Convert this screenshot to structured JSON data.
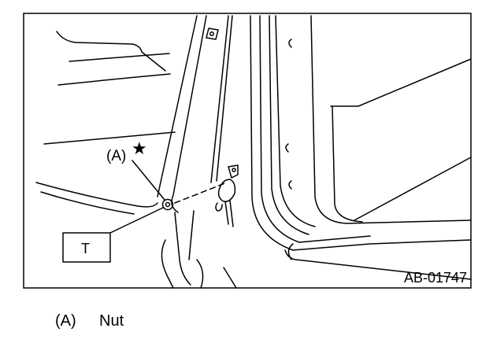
{
  "figure": {
    "callout_label": "(A)",
    "torque_box_label": "T",
    "figure_code": "AB-01747",
    "star_symbol": "★"
  },
  "legend": [
    {
      "key": "(A)",
      "text": "Nut"
    }
  ]
}
